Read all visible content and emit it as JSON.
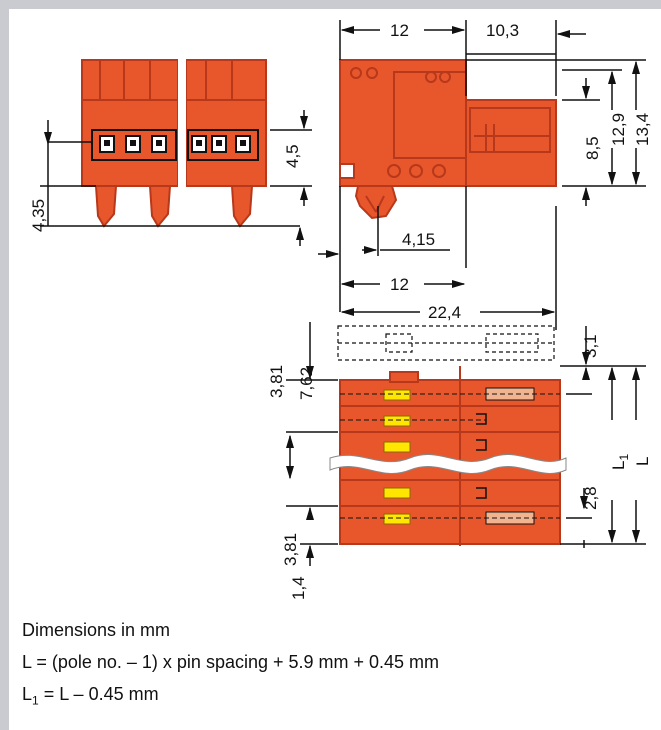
{
  "colors": {
    "body": "#e8572b",
    "body_dark": "#b7381a",
    "slot": "#ffffff",
    "latch": "#ffe600",
    "pin": "#f2b38f",
    "frame": "#c9cbd1",
    "line": "#111111"
  },
  "dimensions": {
    "d_12_top": "12",
    "d_10_3": "10,3",
    "d_8_5": "8,5",
    "d_12_9": "12,9",
    "d_13_4": "13,4",
    "d_4_5": "4,5",
    "d_4_35": "4,35",
    "d_4_15": "4,15",
    "d_12_bottom": "12",
    "d_22_4": "22,4",
    "d_3_1": "3,1",
    "d_3_81_top": "3,81",
    "d_7_62": "7,62",
    "d_2_8": "2,8",
    "d_3_81_bottom": "3,81",
    "d_1_4": "1,4",
    "L1_main": "L",
    "L1_sub": "1",
    "L": "L"
  },
  "notes": {
    "line1": "Dimensions in mm",
    "line2": "L = (pole no. – 1) x pin spacing + 5.9 mm + 0.45 mm",
    "line3_a": "L",
    "line3_sub": "1",
    "line3_b": " = L – 0.45 mm"
  }
}
